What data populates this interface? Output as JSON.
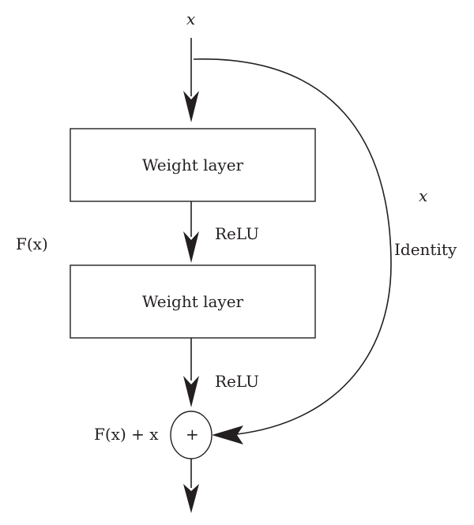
{
  "diagram": {
    "input_label": "x",
    "box_top_label": "Weight layer",
    "box_bottom_label": "Weight layer",
    "relu_top_label": "ReLU",
    "relu_bottom_label": "ReLU",
    "fx_label": "F(x)",
    "skip_x_label": "x",
    "identity_label": "Identity",
    "sum_label": "F(x) + x",
    "plus_symbol": "+"
  },
  "colors": {
    "stroke": "#231f20",
    "background": "#ffffff"
  }
}
